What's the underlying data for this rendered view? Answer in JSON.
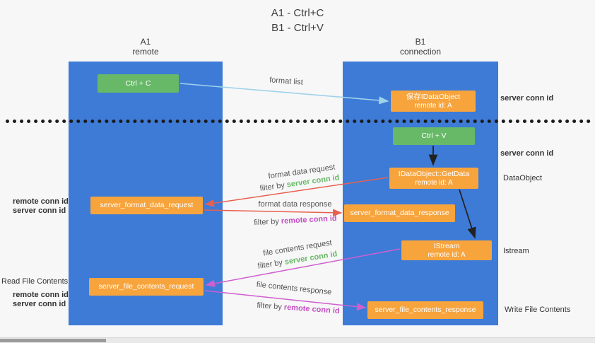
{
  "title": {
    "line1": "A1 - Ctrl+C",
    "line2": "B1 - Ctrl+V"
  },
  "lanes": {
    "left": {
      "name": "A1",
      "subtitle": "remote"
    },
    "right": {
      "name": "B1",
      "subtitle": "connection"
    }
  },
  "nodes": {
    "ctrl_c": {
      "label": "Ctrl + C"
    },
    "save_dataobject": {
      "line1": "保存IDataObject",
      "line2": "remote id: A"
    },
    "ctrl_v": {
      "label": "Ctrl + V"
    },
    "getdata": {
      "line1": "IDataObject::GetData",
      "line2": "remote id: A"
    },
    "format_request": {
      "label": "server_format_data_request"
    },
    "format_response": {
      "label": "server_format_data_response"
    },
    "istream": {
      "line1": "IStream",
      "line2": "remote id: A"
    },
    "file_request": {
      "label": "server_file_contents_request"
    },
    "file_response": {
      "label": "server_file_contents_response"
    }
  },
  "arrow_labels": {
    "format_list": "format list",
    "format_data_request": "format data request",
    "format_data_response": "format data response",
    "file_contents_request": "file contents request",
    "file_contents_response": "file contents response",
    "filter_by": "filter by",
    "server_conn_id": "server conn id",
    "remote_conn_id": "remote conn id"
  },
  "side_labels": {
    "server_conn_id_top": "server conn id",
    "server_conn_id_mid": "server conn id",
    "dataobject": "DataObject",
    "istream": "Istream",
    "write_file_contents": "Write File Contents",
    "read_file_contents": "Read File Contents",
    "remote_conn_id": "remote conn id",
    "server_conn_id": "server conn id"
  },
  "colors": {
    "lane_blue": "#3d7bd7",
    "node_green": "#67b967",
    "node_orange": "#f7a43d",
    "arrow_blue": "#9fd2ea",
    "arrow_red": "#e8604f",
    "arrow_magenta": "#cf5fcf",
    "arrow_black": "#222222",
    "label_green": "#67b967",
    "label_magenta": "#c44ec4"
  }
}
